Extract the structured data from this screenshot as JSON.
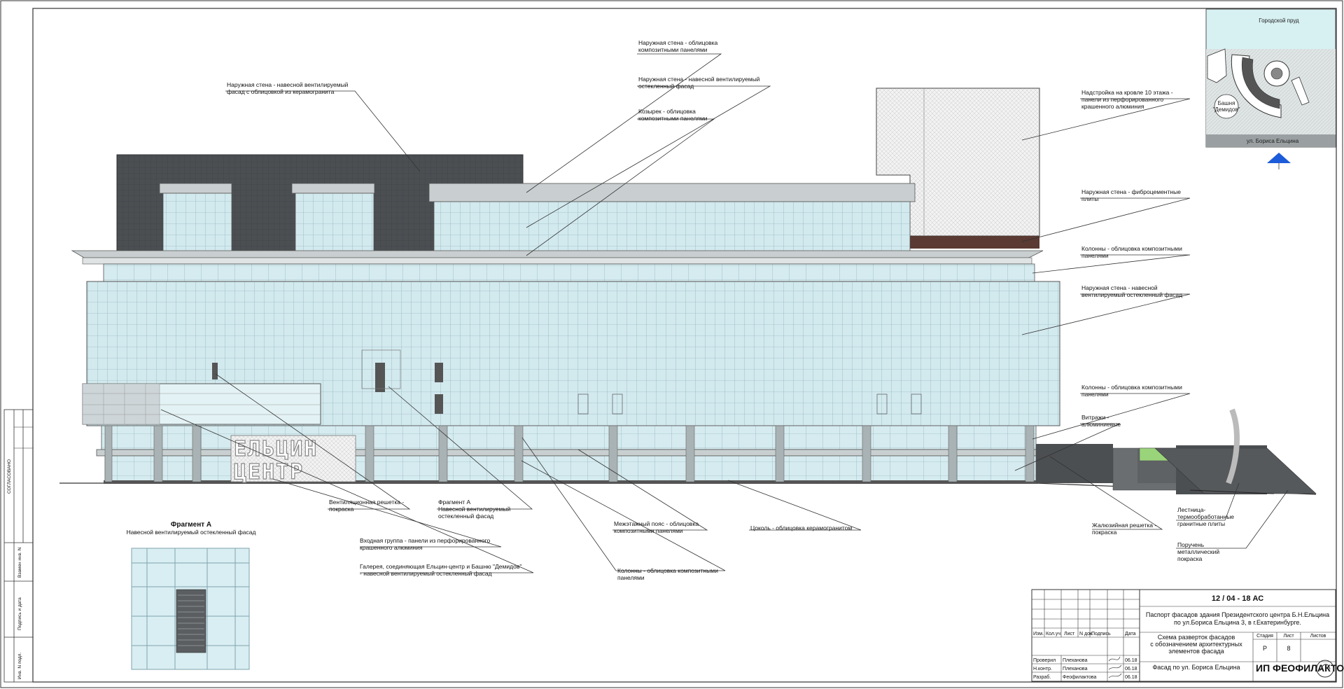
{
  "facade_labels": [
    {
      "lines": [
        "Наружная стена - навесной вентилируемый",
        "фасад с облицовкой из керамогранита"
      ]
    },
    {
      "lines": [
        "Наружная стена - облицовка",
        "композитными панелями"
      ]
    },
    {
      "lines": [
        "Наружная стена - навесной вентилируемый",
        "остекленный фасад"
      ]
    },
    {
      "lines": [
        "Козырек - облицовка",
        "композитными панелями"
      ]
    },
    {
      "lines": [
        "Надстройка на кровле 10 этажа -",
        "панели из перфорированного",
        "крашенного алюминия"
      ]
    },
    {
      "lines": [
        "Наружная стена - фиброцементные",
        "плиты"
      ]
    },
    {
      "lines": [
        "Колонны - облицовка композитными",
        "панелями"
      ]
    },
    {
      "lines": [
        "Наружная стена - навесной",
        "вентилируемый остекленный фасад"
      ]
    },
    {
      "lines": [
        "Колонны - облицовка композитными",
        "панелями"
      ]
    },
    {
      "lines": [
        "Витражи -",
        "алюминиевые"
      ]
    },
    {
      "lines": [
        "Вентиляционная решетка -",
        "покраска"
      ]
    },
    {
      "lines": [
        "Фрагмент А",
        "Навесной вентилируемый",
        "остекленный фасад"
      ]
    },
    {
      "lines": [
        "Входная группа -  панели из перфорированного",
        "крашенного алюминия"
      ]
    },
    {
      "lines": [
        "Галерея, соединяющая Ельцин-центр и Башню \"Демидов\"",
        "- навесной вентилируемый остекленный фасад"
      ]
    },
    {
      "lines": [
        "Межэтажный пояс - облицовка",
        "композитными панелями"
      ]
    },
    {
      "lines": [
        "Цоколь - облицовка керамогранитом"
      ]
    },
    {
      "lines": [
        "Колонны - облицовка композитными",
        "панелями"
      ]
    },
    {
      "lines": [
        "Жалюзийная решетка -",
        "покраска"
      ]
    },
    {
      "lines": [
        "Лестница-",
        "термообработанные",
        "гранитные плиты"
      ]
    },
    {
      "lines": [
        "Поручень",
        "металлический",
        "покраска"
      ]
    }
  ],
  "fragment": {
    "title": "Фрагмент А",
    "subtitle": "Навесной вентилируемый остекленный фасад"
  },
  "building_sign": {
    "line1": "ЕЛЬЦИН",
    "line2": "ЦЕНТР"
  },
  "site_map": {
    "pond": "Городской пруд",
    "tower": [
      "Башня",
      "\"Демидов\""
    ],
    "street": "ул. Бориса Ельцина"
  },
  "side_stamp": [
    "СОГЛАСОВАНО",
    "Взамен инв. N",
    "Подпись и дата",
    "Инв. N подл."
  ],
  "title_block": {
    "code": "12 / 04 - 18 АС",
    "project": [
      "Паспорт фасадов здания Президентского центра Б.Н.Ельцина",
      "по ул.Бориса Ельцина  3, в г.Екатеринбурге."
    ],
    "headers": [
      "Изм.",
      "Кол.уч",
      "Лист",
      "N док.",
      "Подпись",
      "Дата"
    ],
    "roles": [
      {
        "role": "Проверил",
        "name": "Плеханова",
        "date": "06.18"
      },
      {
        "role": "Н.контр.",
        "name": "Плеханова",
        "date": "06.18"
      },
      {
        "role": "Разраб.",
        "name": "Феофилактова",
        "date": "06.18"
      }
    ],
    "sheet_title": [
      "Схема разверток фасадов",
      "с обозначением архитектурных",
      "элементов  фасада"
    ],
    "stage_headers": [
      "Стадия",
      "Лист",
      "Листов"
    ],
    "stage": "Р",
    "sheet": "8",
    "sheets": "",
    "drawing_name": "Фасад по ул. Бориса Ельцина",
    "company": "ИП ФЕОФИЛАКТОВ Н.В."
  },
  "colors": {
    "glass": "#cfe8ee",
    "glass_light": "#e3f2f5",
    "dark_cladding": "#4c4f52",
    "panel": "#c9cfd0",
    "brown": "#5a3a32",
    "ramp_green": "#9ad47a",
    "north_arrow": "#1c5bd9"
  }
}
